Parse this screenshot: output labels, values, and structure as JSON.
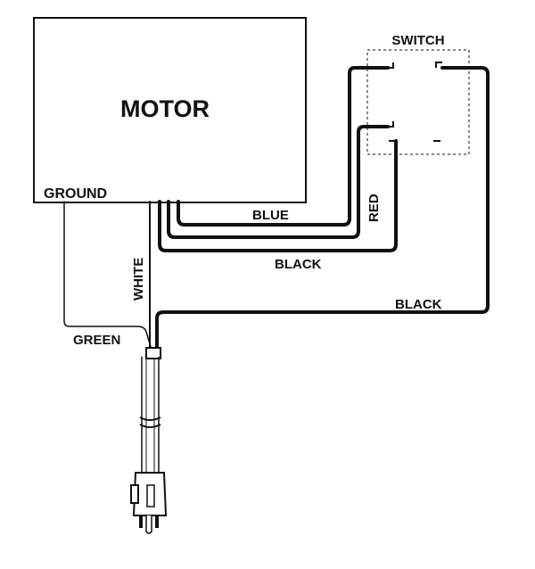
{
  "labels": {
    "motor": "MOTOR",
    "ground": "GROUND",
    "switch": "SWITCH",
    "blue": "BLUE",
    "red": "RED",
    "black_inner": "BLACK",
    "black_outer": "BLACK",
    "white": "WHITE",
    "green": "GREEN"
  },
  "colors": {
    "ink": "#111111",
    "background": "#ffffff"
  }
}
